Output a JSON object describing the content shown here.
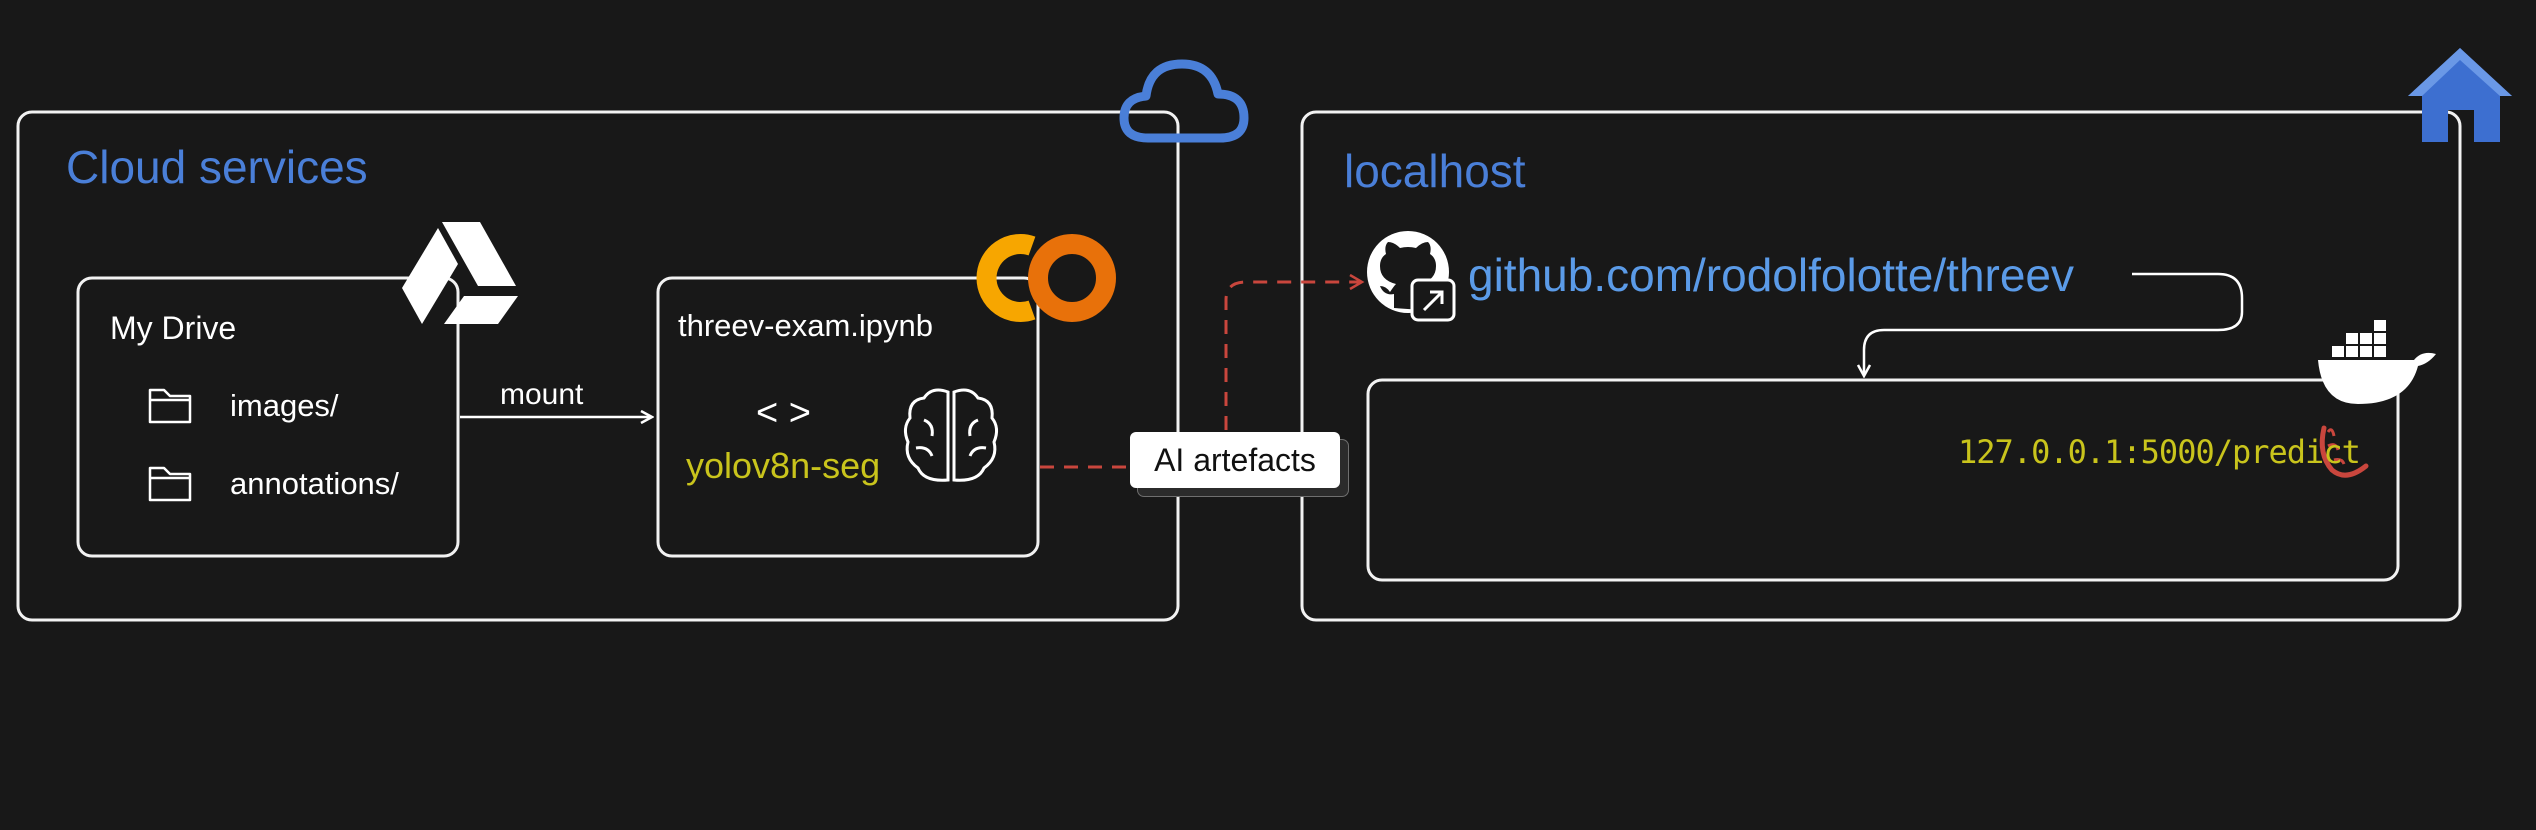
{
  "cloud": {
    "title": "Cloud services",
    "drive": {
      "title": "My Drive",
      "folders": [
        "images/",
        "annotations/"
      ]
    },
    "mount_label": "mount",
    "notebook": {
      "title": "threev-exam.ipynb",
      "code_symbol": "< >",
      "model": "yolov8n-seg"
    }
  },
  "artefacts_label": "AI artefacts",
  "local": {
    "title": "localhost",
    "repo": "github.com/rodolfolotte/threev",
    "endpoint": "127.0.0.1:5000/predict"
  },
  "icons": {
    "cloud": "cloud-icon",
    "home": "home-icon",
    "drive": "google-drive-icon",
    "colab": "colab-icon",
    "brain": "brain-icon",
    "github": "github-icon",
    "docker": "docker-icon",
    "flask": "flask-icon",
    "folder": "folder-icon"
  },
  "colors": {
    "background": "#181818",
    "accent_blue": "#4a7fd8",
    "link_blue": "#5b9be8",
    "model_yellow": "#c9c41c",
    "dashed_red": "#c9463d",
    "colab_orange": "#f29c12"
  }
}
